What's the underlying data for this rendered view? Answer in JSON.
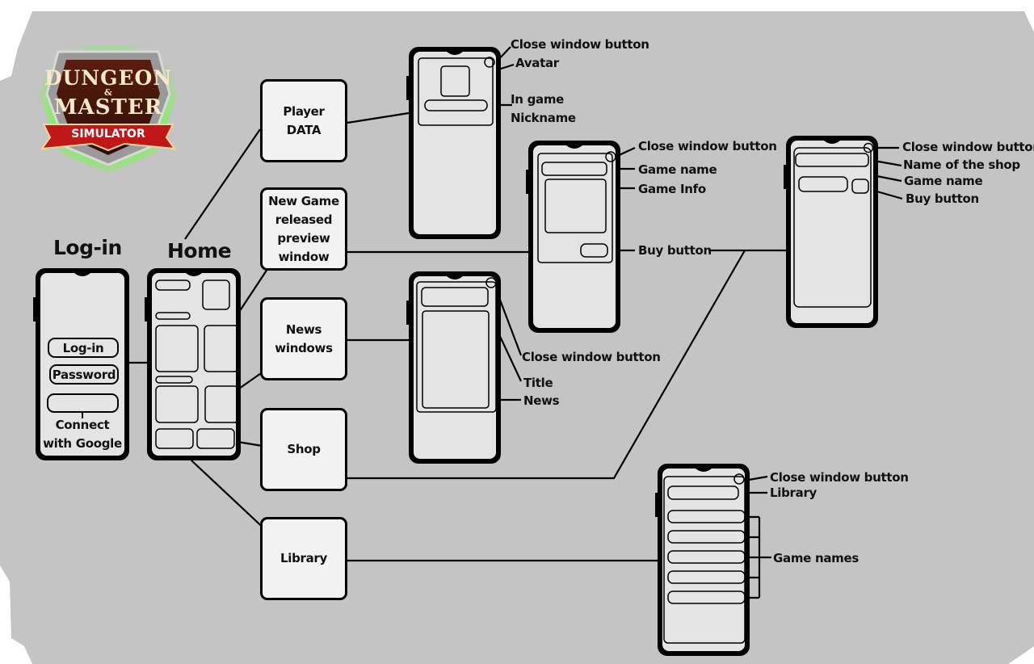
{
  "logo": {
    "line1": "DUNGEON",
    "amp": "&",
    "line2": "MASTER",
    "banner": "SIMULATOR"
  },
  "titles": {
    "login": "Log-in",
    "home": "Home"
  },
  "login_screen": {
    "login_field": "Log-in",
    "password_field": "Password",
    "google_caption": "Connect\nwith Google"
  },
  "nodes": {
    "player_data": "Player\nDATA",
    "new_game": "New Game\nreleased\npreview\nwindow",
    "news_windows": "News\nwindows",
    "shop": "Shop",
    "library": "Library"
  },
  "annotations": {
    "player": {
      "close": "Close window button",
      "avatar": "Avatar",
      "nickname": "In game\nNickname"
    },
    "game_preview": {
      "close": "Close window button",
      "game_name": "Game name",
      "game_info": "Game Info",
      "buy": "Buy button"
    },
    "shop": {
      "close": "Close window button",
      "shop_name": "Name of the shop",
      "game_name": "Game name",
      "buy": "Buy button"
    },
    "news": {
      "close": "Close window button",
      "title": "Title",
      "news": "News"
    },
    "library": {
      "close": "Close window button",
      "library": "Library",
      "game_names": "Game names"
    }
  }
}
